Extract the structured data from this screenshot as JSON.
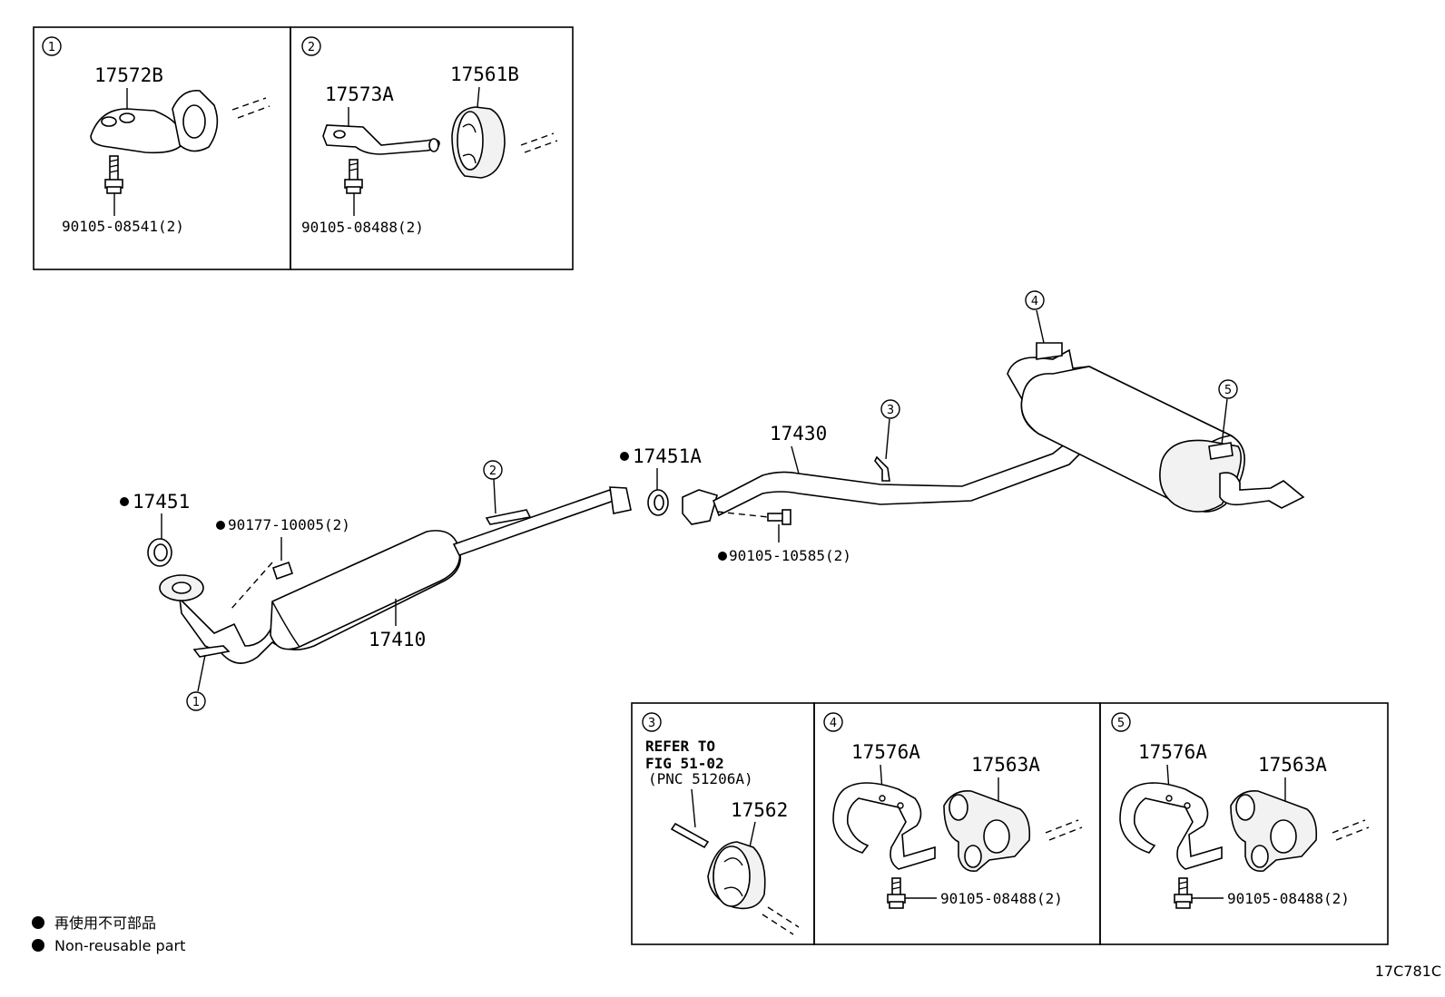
{
  "callouts": {
    "c1": "1",
    "c2": "2",
    "c3": "3",
    "c4": "4",
    "c5": "5"
  },
  "inset1": {
    "part_a": "17572B",
    "bolt": "90105-08541(2)"
  },
  "inset2": {
    "part_a": "17573A",
    "part_b": "17561B",
    "bolt": "90105-08488(2)"
  },
  "inset3": {
    "refer_line1": "REFER TO",
    "refer_line2": "FIG 51-02",
    "refer_line3": "(PNC 51206A)",
    "part_a": "17562"
  },
  "inset4": {
    "part_a": "17576A",
    "part_b": "17563A",
    "bolt": "90105-08488(2)"
  },
  "inset5": {
    "part_a": "17576A",
    "part_b": "17563A",
    "bolt": "90105-08488(2)"
  },
  "main": {
    "gasket_front": "17451",
    "nut": "90177-10005(2)",
    "front_pipe": "17410",
    "gasket_center": "17451A",
    "tail_pipe": "17430",
    "bolt": "90105-10585(2)"
  },
  "legend": {
    "jp": "再使用不可部品",
    "en": "Non-reusable part"
  },
  "figure_code": "17C781C"
}
